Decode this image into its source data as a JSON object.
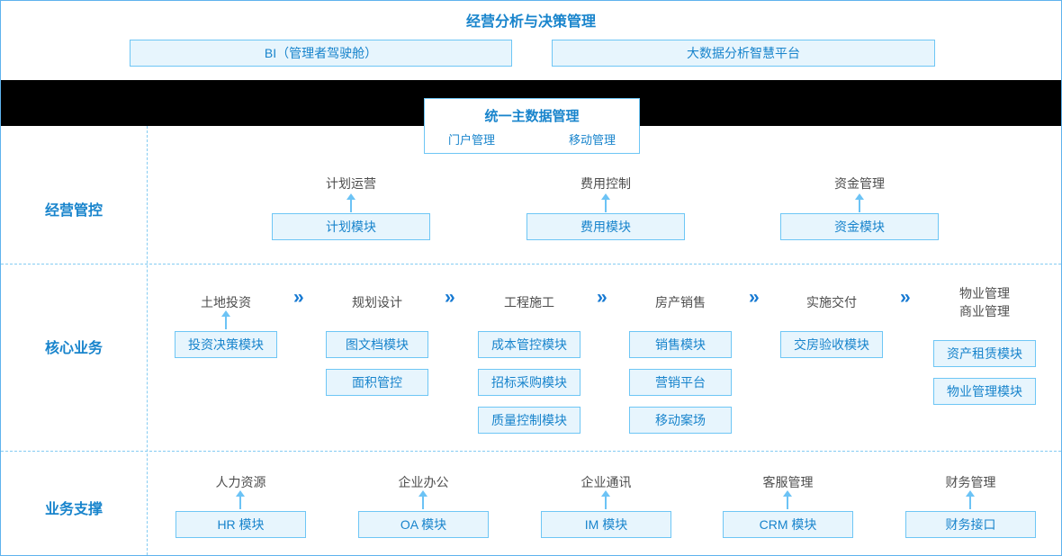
{
  "title": "经营分析与决策管理",
  "chevron": "»",
  "top_boxes": [
    {
      "label": "BI（管理者驾驶舱）"
    },
    {
      "label": "大数据分析智慧平台"
    }
  ],
  "master": {
    "title": "统一主数据管理",
    "items": [
      {
        "label": "门户管理"
      },
      {
        "label": "移动管理"
      }
    ]
  },
  "sections": {
    "management": {
      "label": "经营管控",
      "columns": [
        {
          "title": "计划运营",
          "module": "计划模块"
        },
        {
          "title": "费用控制",
          "module": "费用模块"
        },
        {
          "title": "资金管理",
          "module": "资金模块"
        }
      ]
    },
    "core": {
      "label": "核心业务",
      "columns": [
        {
          "title": "土地投资",
          "modules": [
            "投资决策模块"
          ]
        },
        {
          "title": "规划设计",
          "modules": [
            "图文档模块",
            "面积管控"
          ]
        },
        {
          "title": "工程施工",
          "modules": [
            "成本管控模块",
            "招标采购模块",
            "质量控制模块"
          ]
        },
        {
          "title": "房产销售",
          "modules": [
            "销售模块",
            "营销平台",
            "移动案场"
          ]
        },
        {
          "title": "实施交付",
          "modules": [
            "交房验收模块"
          ]
        },
        {
          "title": "物业管理",
          "title2": "商业管理",
          "modules": [
            "资产租赁模块",
            "物业管理模块"
          ]
        }
      ]
    },
    "support": {
      "label": "业务支撑",
      "columns": [
        {
          "title": "人力资源",
          "module": "HR 模块"
        },
        {
          "title": "企业办公",
          "module": "OA 模块"
        },
        {
          "title": "企业通讯",
          "module": "IM 模块"
        },
        {
          "title": "客服管理",
          "module": "CRM 模块"
        },
        {
          "title": "财务管理",
          "module": "财务接口"
        }
      ]
    }
  },
  "colors": {
    "accent": "#1884cc",
    "box_fill": "#e7f5fd",
    "box_border": "#6ec6f5",
    "flow_label": "#4d4d4d",
    "chevron": "#1679d2",
    "dashed_line": "#85ccf2",
    "band": "#000000"
  }
}
